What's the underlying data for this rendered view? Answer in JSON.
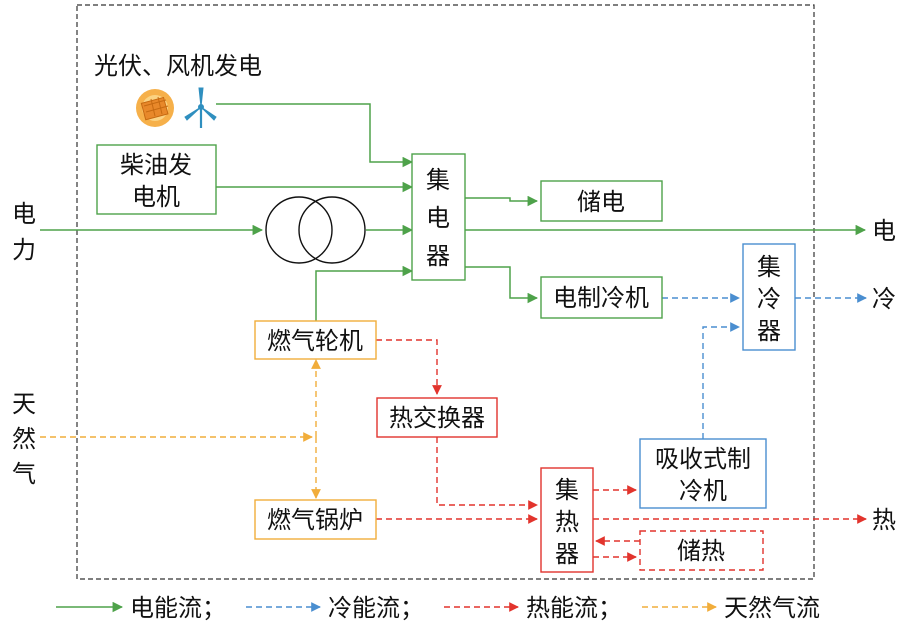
{
  "colors": {
    "electric": "#4ea24a",
    "cold": "#4a8ed0",
    "heat": "#e2342d",
    "gas": "#f1ad3b",
    "frame": "#333333",
    "text": "#111111"
  },
  "source": {
    "pv_wind_label": "光伏、风机发电",
    "icons": [
      "solar-panel-icon",
      "wind-turbine-icon"
    ]
  },
  "inputs": {
    "power_line1": "电",
    "power_line2": "力",
    "gas_line1": "天",
    "gas_line2": "然",
    "gas_line3": "气"
  },
  "outputs": {
    "electric": "电",
    "cold": "冷",
    "heat": "热"
  },
  "nodes": {
    "diesel_line1": "柴油发",
    "diesel_line2": "电机",
    "bus_electric_line1": "集",
    "bus_electric_line2": "电",
    "bus_electric_line3": "器",
    "storage_electric": "储电",
    "electric_chiller": "电制冷机",
    "bus_cold_line1": "集",
    "bus_cold_line2": "冷",
    "bus_cold_line3": "器",
    "gas_turbine": "燃气轮机",
    "heat_exchanger": "热交换器",
    "absorption_line1": "吸收式制",
    "absorption_line2": "冷机",
    "bus_heat_line1": "集",
    "bus_heat_line2": "热",
    "bus_heat_line3": "器",
    "storage_heat": "储热",
    "gas_boiler": "燃气锅炉"
  },
  "legend": {
    "electric": "电能流；",
    "cold": "冷能流；",
    "heat": "热能流；",
    "gas": "天然气流"
  }
}
